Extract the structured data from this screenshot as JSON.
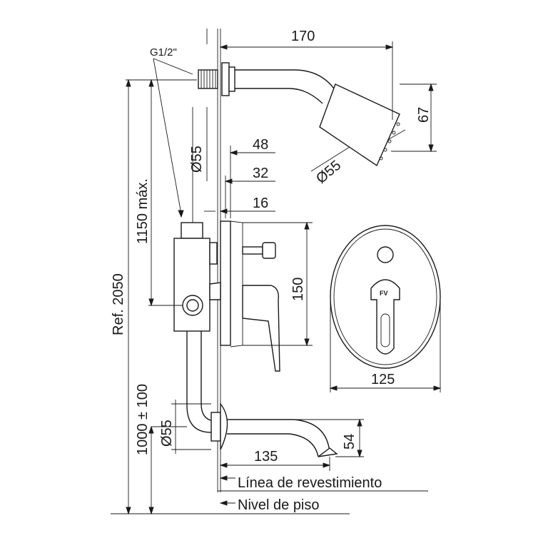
{
  "labels": {
    "thread": "G1/2\"",
    "cladding_line": "Línea de revestimiento",
    "floor_level": "Nivel de piso"
  },
  "dimensions": {
    "shower_arm_length": "170",
    "shower_head_height": "67",
    "shower_head_diameter": "Ø55",
    "wall_rosette_diameter": "Ø55",
    "depth_48": "48",
    "depth_32": "32",
    "depth_16": "16",
    "valve_height": "150",
    "plate_width": "125",
    "max_height": "1150 máx.",
    "total_ref": "Ref. 2050",
    "spout_height": "1000 ± 100",
    "spout_rosette_diameter": "Ø55",
    "spout_length": "135",
    "spout_drop": "54"
  },
  "logo": "FV",
  "colors": {
    "line": "#1a1a1a",
    "background": "#ffffff"
  }
}
